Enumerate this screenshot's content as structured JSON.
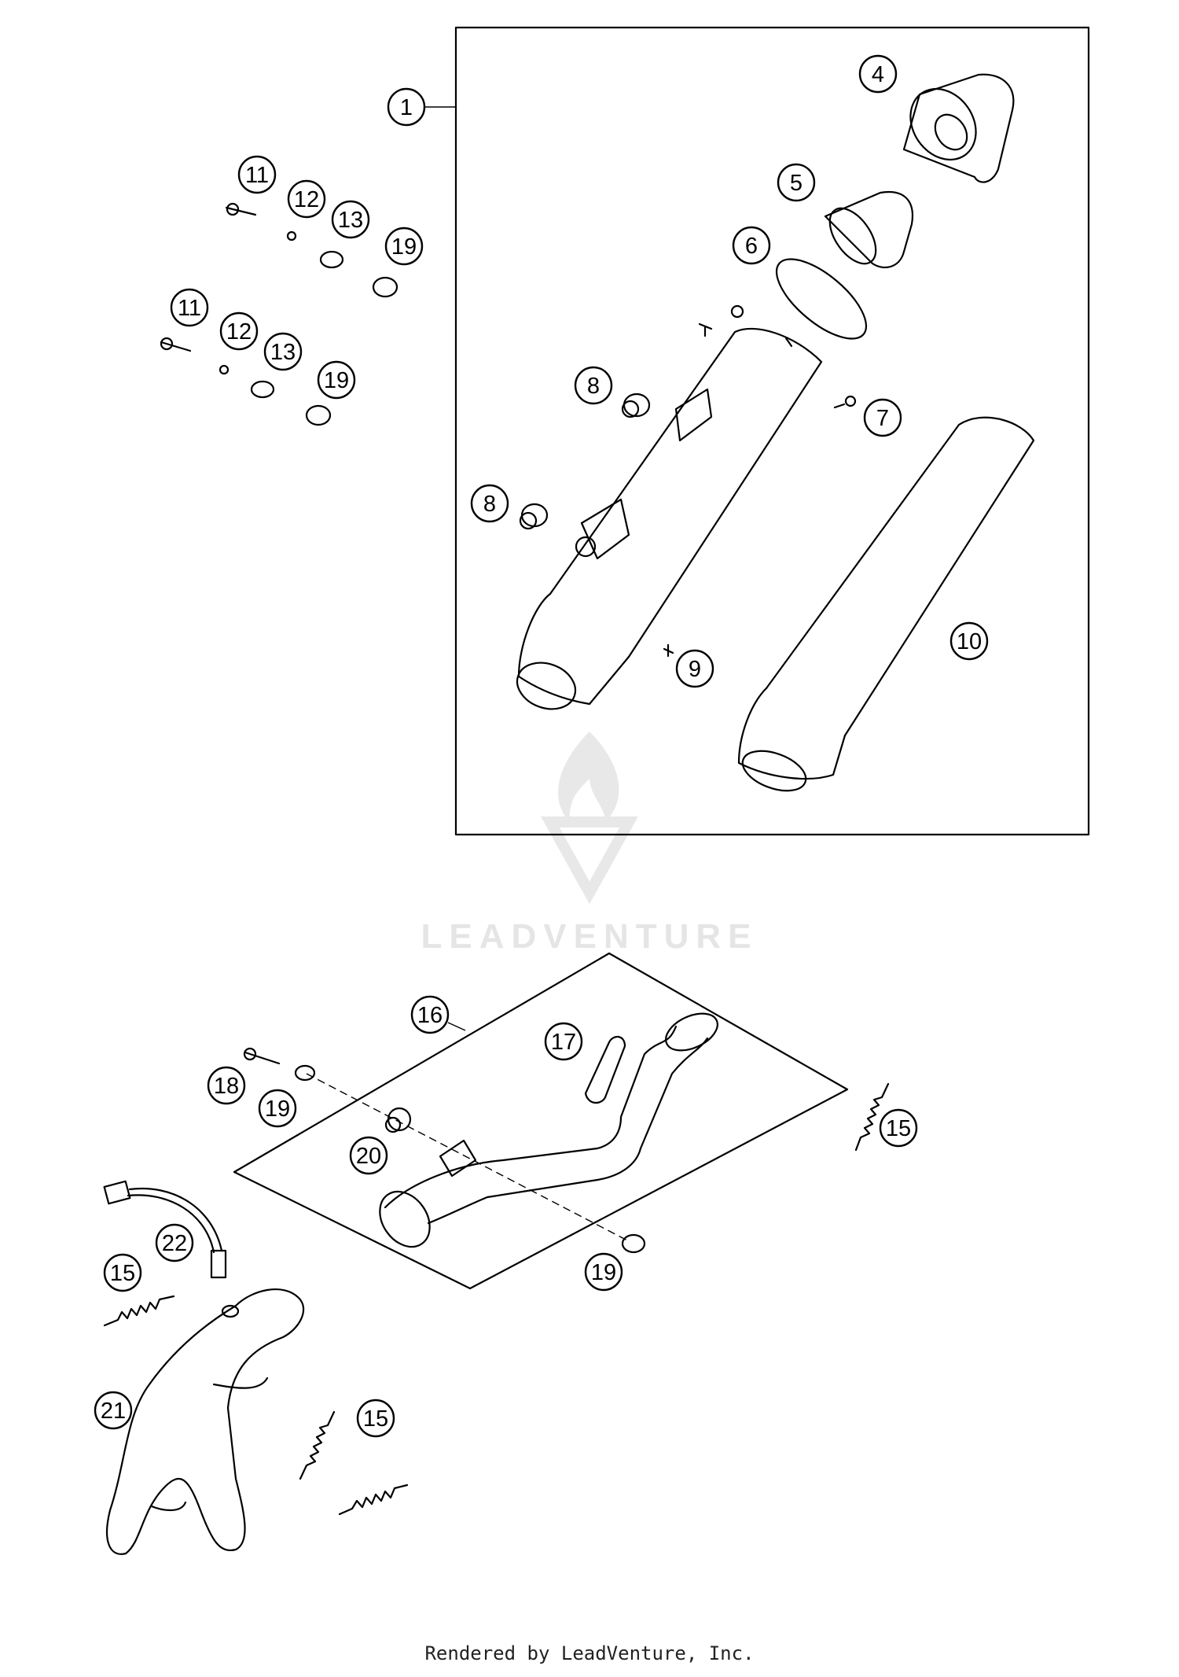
{
  "watermark": {
    "brand": "LEADVENTURE"
  },
  "footer": {
    "text": "Rendered by LeadVenture, Inc."
  },
  "callouts": [
    {
      "id": "c1",
      "label": "1"
    },
    {
      "id": "c4",
      "label": "4"
    },
    {
      "id": "c5",
      "label": "5"
    },
    {
      "id": "c6",
      "label": "6"
    },
    {
      "id": "c7",
      "label": "7"
    },
    {
      "id": "c8a",
      "label": "8"
    },
    {
      "id": "c8b",
      "label": "8"
    },
    {
      "id": "c9",
      "label": "9"
    },
    {
      "id": "c10",
      "label": "10"
    },
    {
      "id": "c11a",
      "label": "11"
    },
    {
      "id": "c12a",
      "label": "12"
    },
    {
      "id": "c13a",
      "label": "13"
    },
    {
      "id": "c19a",
      "label": "19"
    },
    {
      "id": "c11b",
      "label": "11"
    },
    {
      "id": "c12b",
      "label": "12"
    },
    {
      "id": "c13b",
      "label": "13"
    },
    {
      "id": "c19b",
      "label": "19"
    },
    {
      "id": "c16",
      "label": "16"
    },
    {
      "id": "c17",
      "label": "17"
    },
    {
      "id": "c18",
      "label": "18"
    },
    {
      "id": "c19c",
      "label": "19"
    },
    {
      "id": "c20",
      "label": "20"
    },
    {
      "id": "c15a",
      "label": "15"
    },
    {
      "id": "c19d",
      "label": "19"
    },
    {
      "id": "c22",
      "label": "22"
    },
    {
      "id": "c15b",
      "label": "15"
    },
    {
      "id": "c21",
      "label": "21"
    },
    {
      "id": "c15c",
      "label": "15"
    }
  ]
}
